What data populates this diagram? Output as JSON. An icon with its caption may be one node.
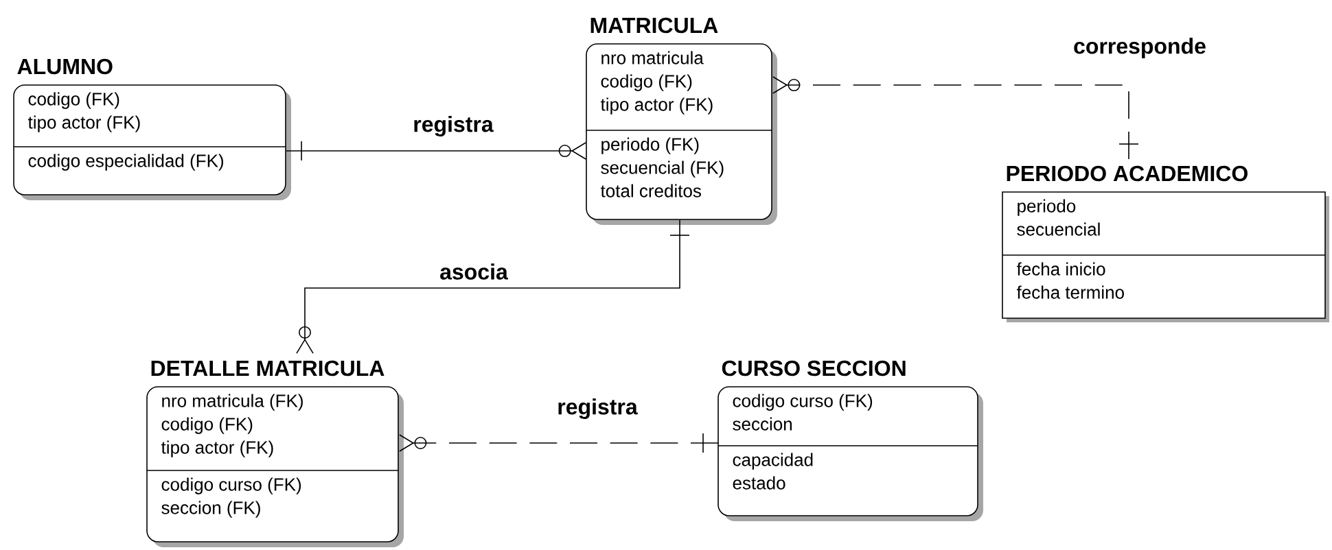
{
  "diagram": {
    "nodes": [
      {
        "text": [
          "ALUMNO"
        ]
      },
      {
        "text": [
          "codigo (FK)",
          "tipo actor (FK)"
        ],
        "in": 0
      },
      {
        "text": [
          "codigo especialidad (FK)"
        ],
        "in": 0
      },
      {
        "text": [
          "MATRICULA"
        ]
      },
      {
        "text": [
          "nro matricula",
          "codigo (FK)",
          "tipo actor (FK)"
        ],
        "in": 3
      },
      {
        "text": [
          "periodo (FK)",
          "secuencial (FK)",
          "total creditos"
        ],
        "in": 3
      },
      {
        "text": [
          "PERIODO ACADEMICO"
        ]
      },
      {
        "text": [
          "periodo",
          "secuencial"
        ],
        "in": 6
      },
      {
        "text": [
          "fecha inicio",
          "fecha termino"
        ],
        "in": 6
      },
      {
        "text": [
          "DETALLE MATRICULA"
        ]
      },
      {
        "text": [
          "nro matricula (FK)",
          "codigo (FK)",
          "tipo actor (FK)"
        ],
        "in": 9
      },
      {
        "text": [
          "codigo curso (FK)",
          "seccion (FK)"
        ],
        "in": 9
      },
      {
        "text": [
          "CURSO SECCION"
        ]
      },
      {
        "text": [
          "codigo curso (FK)",
          "seccion"
        ],
        "in": 12
      },
      {
        "text": [
          "capacidad",
          "estado"
        ],
        "in": 12
      }
    ],
    "edges": [
      {
        "from": 0,
        "to": 3,
        "arrow": "other",
        "label": "registra"
      },
      {
        "from": 6,
        "to": 3,
        "arrow": "other",
        "label": "corresponde",
        "style": "dashed"
      },
      {
        "from": 3,
        "to": 9,
        "arrow": "other",
        "label": "asocia"
      },
      {
        "from": 12,
        "to": 9,
        "arrow": "other",
        "label": "registra",
        "style": "dashed"
      }
    ]
  }
}
